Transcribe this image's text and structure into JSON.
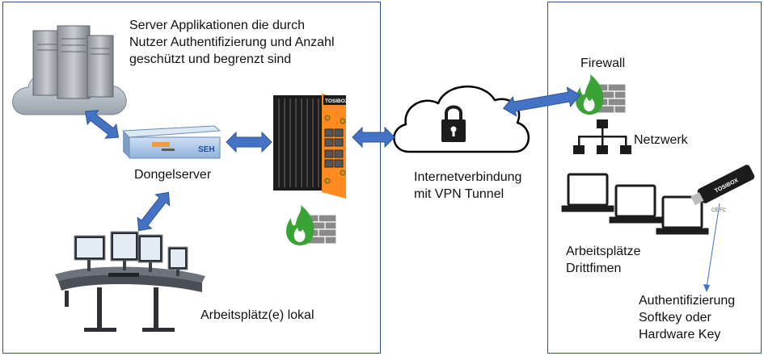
{
  "labels": {
    "server_apps": "Server Applikationen die durch\nNutzer Authentifizierung und Anzahl\ngeschützt und begrenzt sind",
    "dongelserver": "Dongelserver",
    "workstations_local": "Arbeitsplätz(e) lokal",
    "internet": "Internetverbindung\nmit VPN Tunnel",
    "firewall": "Firewall",
    "netzwerk": "Netzwerk",
    "workstations_third": "Arbeitsplätze\nDrittfimen",
    "auth": "Authentifizierung\nSoftkey oder\nHardware Key"
  },
  "device_brands": {
    "router": "TOSIBOX",
    "dongle_server": "SEH",
    "hardware_key": "TOSIBOX"
  },
  "colors": {
    "frame": "#2f5597",
    "arrow": "#4472c4",
    "flame": "#3aa335",
    "router_orange": "#ff8a1f"
  },
  "icons": [
    "server-cloud-icon",
    "dongle-server-icon",
    "router-icon",
    "firewall-icon",
    "vpn-cloud-lock-icon",
    "network-hierarchy-icon",
    "laptop-icon",
    "usb-key-icon",
    "workstation-desk-icon"
  ]
}
